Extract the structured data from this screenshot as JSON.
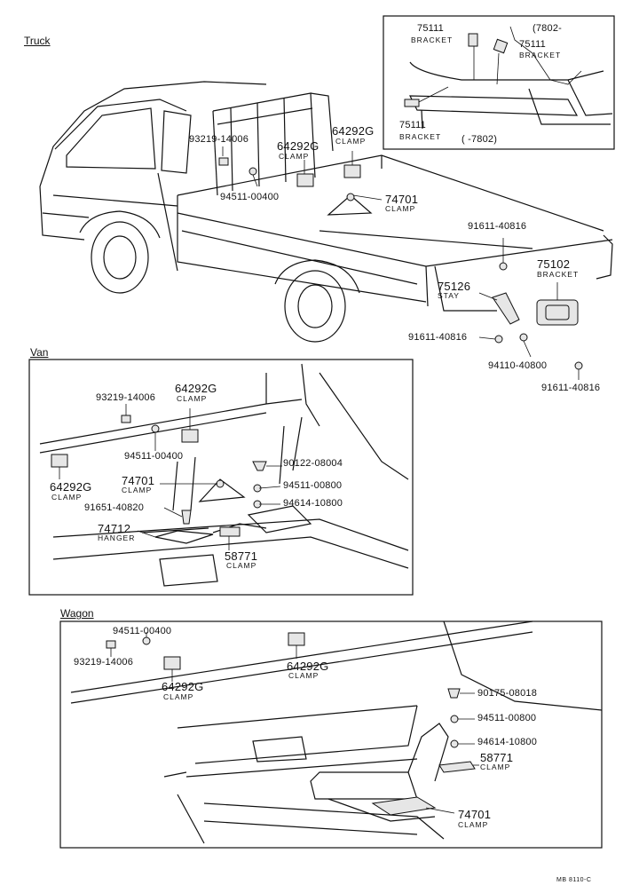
{
  "sections": {
    "truck": "Truck",
    "van": "Van",
    "wagon": "Wagon"
  },
  "inset": {
    "date_top": "(7802-",
    "date_bottom": "( -7802)",
    "items": [
      {
        "part": "75111",
        "name": "BRACKET"
      },
      {
        "part": "75111",
        "name": "BRACKET"
      },
      {
        "part": "75111",
        "name": "BRACKET"
      }
    ]
  },
  "truck": {
    "parts": [
      {
        "part": "93219-14006",
        "name": ""
      },
      {
        "part": "64292G",
        "name": "CLAMP"
      },
      {
        "part": "64292G",
        "name": "CLAMP"
      },
      {
        "part": "94511-00400",
        "name": ""
      },
      {
        "part": "74701",
        "name": "CLAMP"
      },
      {
        "part": "91611-40816",
        "name": ""
      },
      {
        "part": "75102",
        "name": "BRACKET"
      },
      {
        "part": "75126",
        "name": "STAY"
      },
      {
        "part": "91611-40816",
        "name": ""
      },
      {
        "part": "94110-40800",
        "name": ""
      },
      {
        "part": "91611-40816",
        "name": ""
      }
    ]
  },
  "van": {
    "parts": [
      {
        "part": "93219-14006",
        "name": ""
      },
      {
        "part": "64292G",
        "name": "CLAMP"
      },
      {
        "part": "94511-00400",
        "name": ""
      },
      {
        "part": "64292G",
        "name": "CLAMP"
      },
      {
        "part": "74701",
        "name": "CLAMP"
      },
      {
        "part": "90122-08004",
        "name": ""
      },
      {
        "part": "94511-00800",
        "name": ""
      },
      {
        "part": "91651-40820",
        "name": ""
      },
      {
        "part": "94614-10800",
        "name": ""
      },
      {
        "part": "74712",
        "name": "HANGER"
      },
      {
        "part": "58771",
        "name": "CLAMP"
      }
    ]
  },
  "wagon": {
    "parts": [
      {
        "part": "94511-00400",
        "name": ""
      },
      {
        "part": "93219-14006",
        "name": ""
      },
      {
        "part": "64292G",
        "name": "CLAMP"
      },
      {
        "part": "64292G",
        "name": "CLAMP"
      },
      {
        "part": "90175-08018",
        "name": ""
      },
      {
        "part": "94511-00800",
        "name": ""
      },
      {
        "part": "94614-10800",
        "name": ""
      },
      {
        "part": "58771",
        "name": "CLAMP"
      },
      {
        "part": "74701",
        "name": "CLAMP"
      }
    ]
  },
  "footer_code": "MB 8110-C"
}
